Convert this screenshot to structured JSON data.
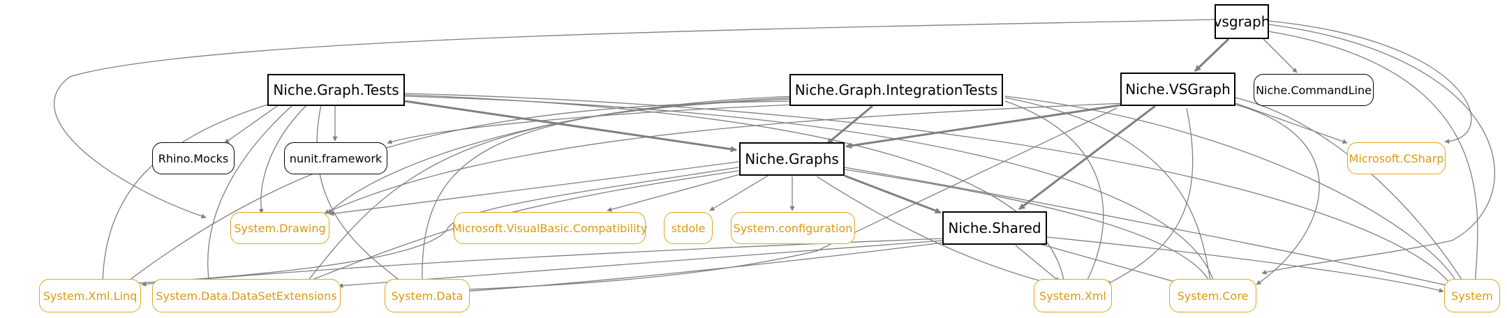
{
  "nodes": {
    "vsgraph": "vsgraph",
    "tests": "Niche.Graph.Tests",
    "integration": "Niche.Graph.IntegrationTests",
    "vsgraph_proj": "Niche.VSGraph",
    "commandline": "Niche.CommandLine",
    "rhino": "Rhino.Mocks",
    "nunit": "nunit.framework",
    "graphs": "Niche.Graphs",
    "csharp": "Microsoft.CSharp",
    "drawing": "System.Drawing",
    "vbcompat": "Microsoft.VisualBasic.Compatibility",
    "stdole": "stdole",
    "configuration": "System.configuration",
    "shared": "Niche.Shared",
    "xmllinq": "System.Xml.Linq",
    "datasetext": "System.Data.DataSetExtensions",
    "data": "System.Data",
    "xml": "System.Xml",
    "core": "System.Core",
    "system": "System"
  },
  "colors": {
    "edge": "#7f7f7f",
    "external_border": "#e2a31c",
    "external_text": "#d99a10",
    "project_border": "#000000"
  }
}
